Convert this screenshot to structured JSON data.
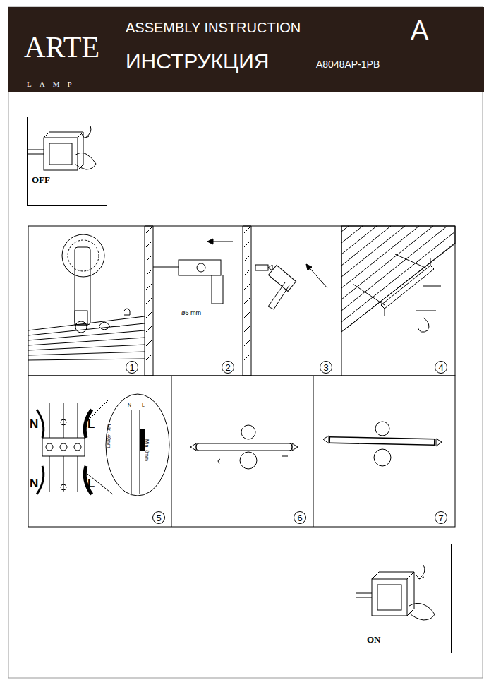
{
  "diagram": {
    "nodes": [
      {
        "text": [
          "ARTE",
          "LAMP",
          "ASSEMBLY INSTRUCTION",
          "ИНСТРУКЦИЯ",
          "A8048AP-1PB",
          "A"
        ]
      },
      {
        "text": [
          "OFF"
        ]
      },
      {
        "text": [
          "1"
        ]
      },
      {
        "text": [
          "2"
        ]
      },
      {
        "text": [
          "3"
        ]
      },
      {
        "text": [
          "4"
        ]
      },
      {
        "text": [
          "5"
        ]
      },
      {
        "text": [
          "6"
        ]
      },
      {
        "text": [
          "7"
        ]
      },
      {
        "text": [
          "ON"
        ]
      }
    ],
    "labels": [
      "ø6 mm",
      "N",
      "L",
      "N",
      "L",
      "N",
      "L",
      "Min. 8mm",
      "Min. 40mm"
    ]
  }
}
